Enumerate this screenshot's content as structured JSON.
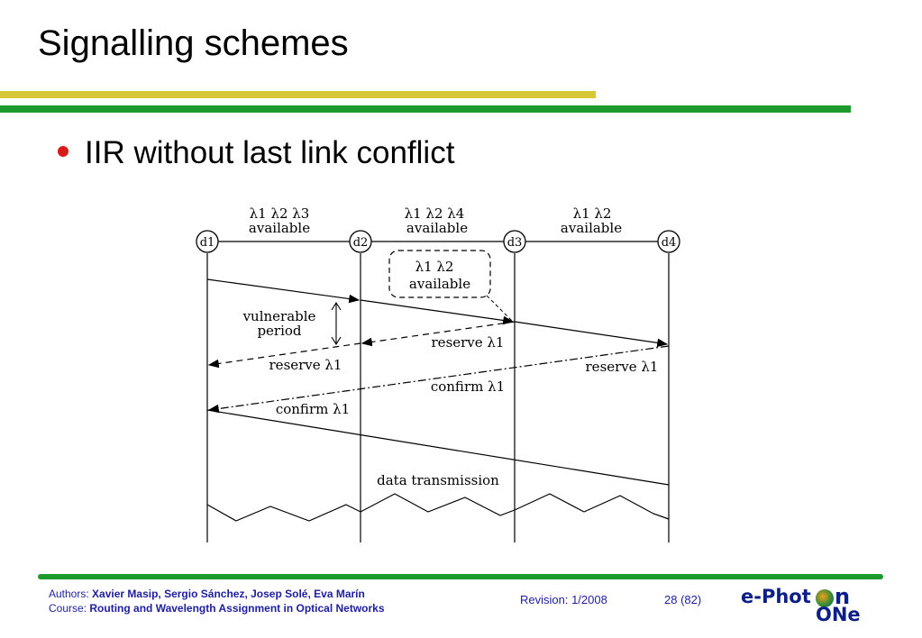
{
  "slide": {
    "title": "Signalling schemes",
    "bullet": "IIR without last link conflict"
  },
  "diagram": {
    "nodes": [
      "d1",
      "d2",
      "d3",
      "d4"
    ],
    "links": [
      {
        "wavelengths": "λ1  λ2  λ3",
        "status": "available"
      },
      {
        "wavelengths": "λ1  λ2  λ4",
        "status": "available"
      },
      {
        "wavelengths": "λ1  λ2",
        "status": "available"
      }
    ],
    "callout": {
      "wavelengths": "λ1  λ2",
      "status": "available"
    },
    "vulnerable_label_line1": "vulnerable",
    "vulnerable_label_line2": "period",
    "messages": {
      "reserve_d3": "reserve  λ1",
      "reserve_d1": "reserve  λ1",
      "reserve_d4": "reserve  λ1",
      "confirm_d3": "confirm λ1",
      "confirm_d1": "confirm λ1",
      "data": "data transmission"
    }
  },
  "footer": {
    "authors_label": "Authors:",
    "authors": "Xavier Masip, Sergio Sánchez, Josep Solé, Eva Marín",
    "course_label": "Course:",
    "course": "Routing and Wavelength Assignment  in Optical Networks",
    "revision": "Revision: 1/2008",
    "page": "28 (82)",
    "logo_part1": "e-Phot",
    "logo_part2": "n",
    "logo_part3": "ONe"
  },
  "colors": {
    "gold_rule": "#d6c737",
    "green_rule": "#1e9a2c",
    "bullet": "#d81a1a",
    "footer_text": "#1e1e9e"
  }
}
